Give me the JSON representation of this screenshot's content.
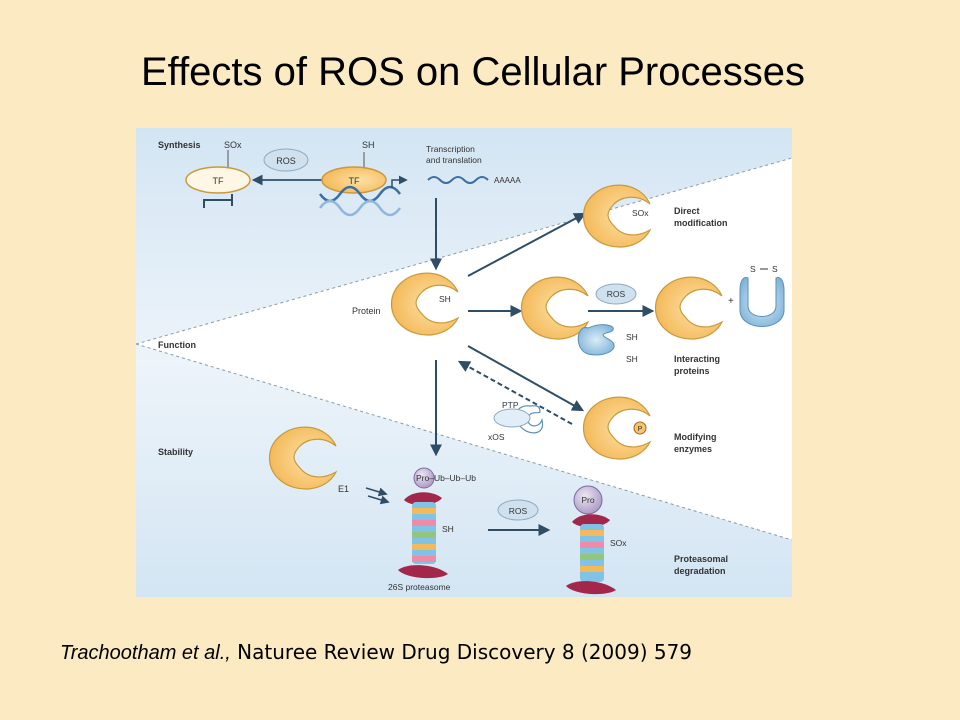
{
  "title": "Effects of ROS on Cellular Processes",
  "citation": {
    "authors": "Trachootham et al.,",
    "journal": " Naturee Review ",
    "details": "Drug Discovery 8 (2009) 579"
  },
  "diagram": {
    "sections": {
      "synthesis": "Synthesis",
      "function": "Function",
      "stability": "Stability"
    },
    "synthesis": {
      "sox": "SOx",
      "ros": "ROS",
      "sh": "SH",
      "tf_left": "TF",
      "tf_right": "TF",
      "transcription_line1": "Transcription",
      "transcription_line2": "and translation",
      "polya": "AAAAA"
    },
    "function": {
      "protein": "Protein",
      "protein_sh": "SH",
      "direct_sox": "SOx",
      "direct_line1": "Direct",
      "direct_line2": "modification",
      "ros": "ROS",
      "sh1": "SH",
      "sh2": "SH",
      "disulfide_s1": "S",
      "disulfide_s2": "S",
      "plus": "+",
      "interacting_line1": "Interacting",
      "interacting_line2": "proteins",
      "ptp": "PTP",
      "xos": "xOS",
      "phospho": "P",
      "modifying_line1": "Modifying",
      "modifying_line2": "enzymes"
    },
    "stability": {
      "e1": "E1",
      "ub_chain": "Pro–Ub–Ub–Ub",
      "pro_left": "Pro",
      "sh": "SH",
      "ros": "ROS",
      "pro_right": "Pro",
      "sox": "SOx",
      "proteasome": "26S proteasome",
      "degradation_line1": "Proteasomal",
      "degradation_line2": "degradation"
    }
  },
  "colors": {
    "background": "#fbeac2",
    "protein_fill": "#f6c46b",
    "protein_stroke": "#c99a3c",
    "arrow": "#2f4e66",
    "blue_region": "#dbeaf5",
    "ros_fill": "#cfe0ee",
    "proteasome_red": "#a3264b"
  }
}
